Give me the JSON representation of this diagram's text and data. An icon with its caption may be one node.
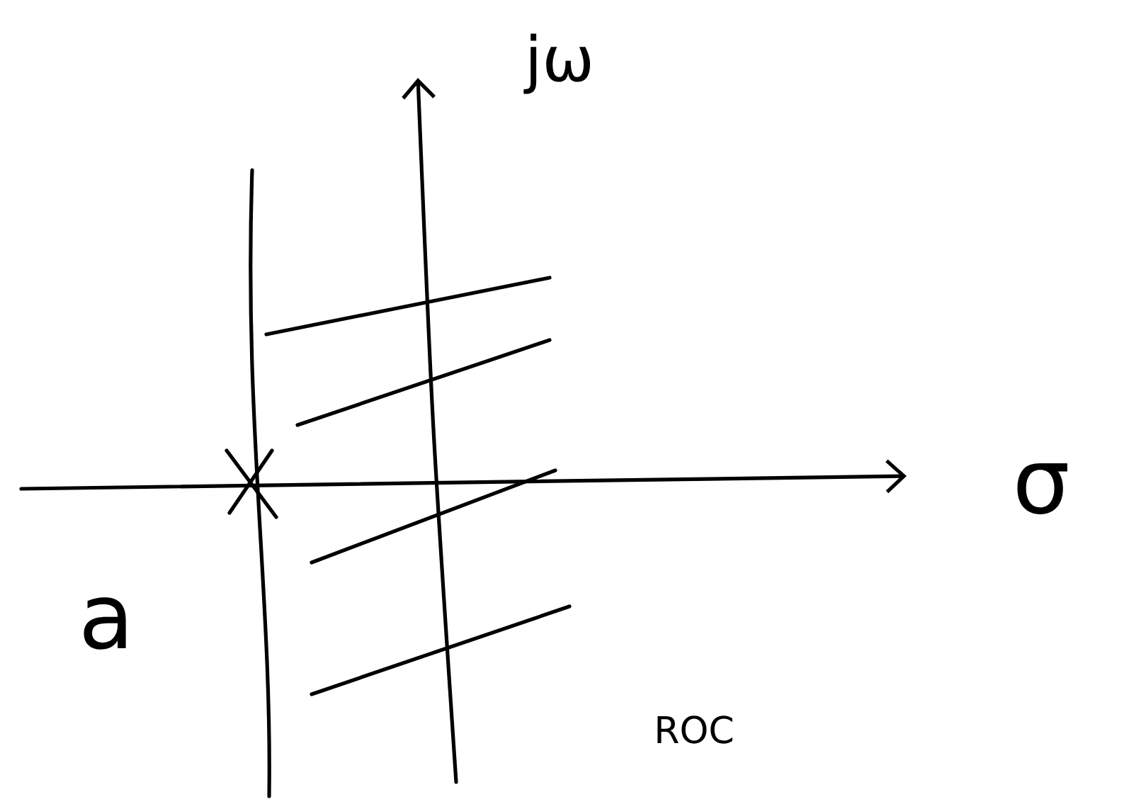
{
  "diagram": {
    "labels": [
      "jω",
      "σ",
      "a",
      "ROC"
    ]
  }
}
